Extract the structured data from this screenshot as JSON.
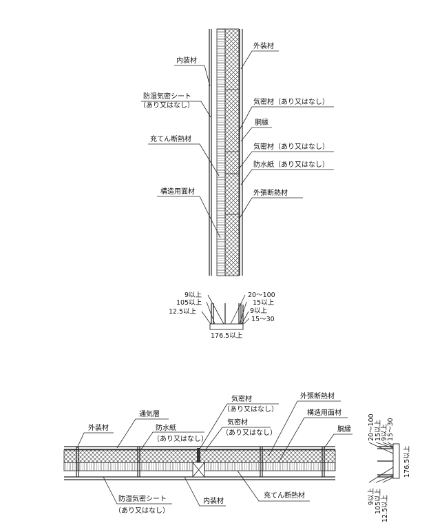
{
  "vertical_section": {
    "labels": {
      "exterior_finish": "外装材",
      "interior_finish": "内装材",
      "vapor_barrier": "防湿気密シート",
      "vapor_barrier_note": "（あり又はなし）",
      "airtight_1": "気密材（あり又はなし）",
      "furring": "胴縁",
      "airtight_2": "気密材（あり又はなし）",
      "waterproof_paper": "防水紙（あり又はなし）",
      "cavity_insulation": "充てん断熱材",
      "external_insulation": "外張断熱材",
      "structural_panel": "構造用面材"
    },
    "dimensions": {
      "d1": "9以上",
      "d2": "105以上",
      "d3": "12.5以上",
      "d4": "20～100",
      "d5": "15以上",
      "d6": "9以上",
      "d7": "15～30",
      "total": "176.5以上"
    }
  },
  "horizontal_section": {
    "labels": {
      "exterior_finish": "外装材",
      "ventilation_layer": "通気層",
      "waterproof_paper": "防水紙",
      "waterproof_paper_note": "（あり又はなし）",
      "airtight_1": "気密材",
      "airtight_1_note": "（あり又はなし）",
      "airtight_2": "気密材",
      "airtight_2_note": "（あり又はなし）",
      "external_insulation": "外張断熱材",
      "structural_panel": "構造用面材",
      "furring": "胴縁",
      "vapor_barrier": "防湿気密シート",
      "vapor_barrier_note": "（あり又はなし）",
      "interior_finish": "内装材",
      "cavity_insulation": "充てん断熱材"
    },
    "dimensions": {
      "d1": "9以上",
      "d2": "105以上",
      "d3": "12.5以上",
      "d4": "20～100",
      "d5": "15以上",
      "d6": "9以上",
      "d7": "15～30",
      "total": "176.5以上"
    }
  }
}
